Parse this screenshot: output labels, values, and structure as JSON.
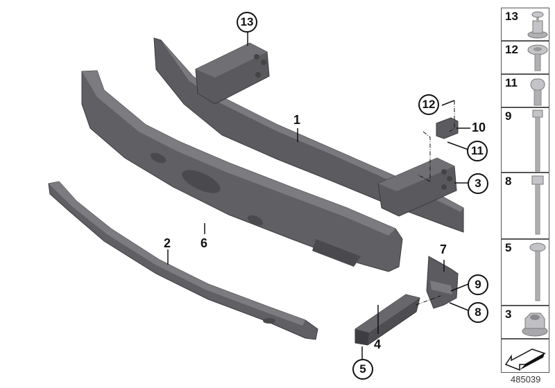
{
  "diagram": {
    "id": "485039",
    "colors": {
      "part": "#5c5c60",
      "part_dark": "#46464a",
      "part_light": "#7a7a7e",
      "hardware": "#b9b9bd",
      "line": "#111111"
    },
    "callouts": [
      {
        "n": "1",
        "style": "plain"
      },
      {
        "n": "2",
        "style": "plain"
      },
      {
        "n": "3",
        "style": "circled"
      },
      {
        "n": "4",
        "style": "plain"
      },
      {
        "n": "5",
        "style": "circled"
      },
      {
        "n": "6",
        "style": "plain"
      },
      {
        "n": "7",
        "style": "plain"
      },
      {
        "n": "8",
        "style": "circled"
      },
      {
        "n": "9",
        "style": "circled"
      },
      {
        "n": "10",
        "style": "plain"
      },
      {
        "n": "11",
        "style": "circled"
      },
      {
        "n": "12",
        "style": "circled"
      },
      {
        "n": "13",
        "style": "circled"
      }
    ],
    "legend": [
      {
        "n": "13",
        "icon": "expanding-rivet-icon"
      },
      {
        "n": "12",
        "icon": "collar-screw-icon"
      },
      {
        "n": "11",
        "icon": "torx-screw-icon"
      },
      {
        "n": "9",
        "icon": "long-hex-bolt-icon"
      },
      {
        "n": "8",
        "icon": "hex-bolt-icon"
      },
      {
        "n": "5",
        "icon": "torx-bolt-icon"
      },
      {
        "n": "3",
        "icon": "hex-flange-nut-icon"
      },
      {
        "n": "",
        "icon": "direction-arrow-icon"
      }
    ]
  }
}
